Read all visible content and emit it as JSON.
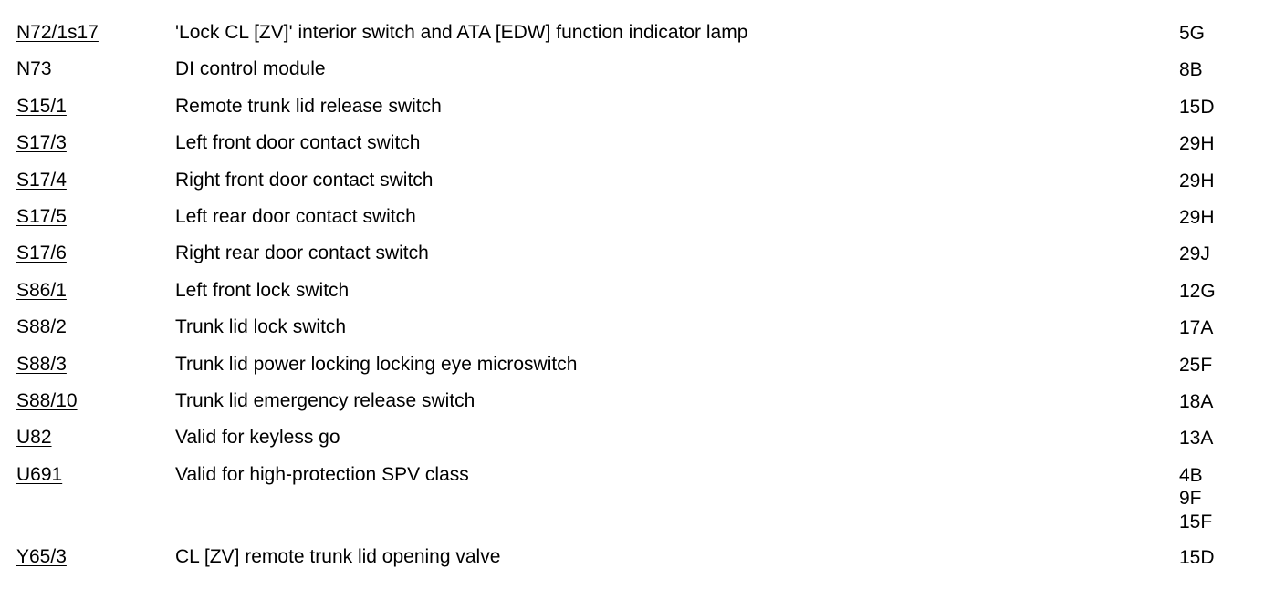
{
  "rows": [
    {
      "code": "N72/1s17",
      "description": "'Lock CL [ZV]' interior switch and ATA [EDW] function indicator lamp",
      "refs": [
        "5G"
      ]
    },
    {
      "code": "N73",
      "description": "DI control module",
      "refs": [
        "8B"
      ]
    },
    {
      "code": "S15/1",
      "description": "Remote trunk lid release switch",
      "refs": [
        "15D"
      ]
    },
    {
      "code": "S17/3",
      "description": "Left front door contact switch",
      "refs": [
        "29H"
      ]
    },
    {
      "code": "S17/4",
      "description": "Right front door contact switch",
      "refs": [
        "29H"
      ]
    },
    {
      "code": "S17/5",
      "description": "Left rear door contact switch",
      "refs": [
        "29H"
      ]
    },
    {
      "code": "S17/6",
      "description": "Right rear door contact switch",
      "refs": [
        "29J"
      ]
    },
    {
      "code": "S86/1",
      "description": "Left front lock switch",
      "refs": [
        "12G"
      ]
    },
    {
      "code": "S88/2",
      "description": "Trunk lid lock switch",
      "refs": [
        "17A"
      ]
    },
    {
      "code": "S88/3",
      "description": "Trunk lid power locking locking eye microswitch",
      "refs": [
        "25F"
      ]
    },
    {
      "code": "S88/10",
      "description": "Trunk lid emergency release switch",
      "refs": [
        "18A"
      ]
    },
    {
      "code": "U82",
      "description": "Valid for keyless go",
      "refs": [
        "13A"
      ]
    },
    {
      "code": "U691",
      "description": "Valid for high-protection SPV class",
      "refs": [
        "4B",
        "9F",
        "15F"
      ]
    },
    {
      "code": "Y65/3",
      "description": "CL [ZV] remote trunk lid opening valve",
      "refs": [
        "15D"
      ]
    }
  ]
}
